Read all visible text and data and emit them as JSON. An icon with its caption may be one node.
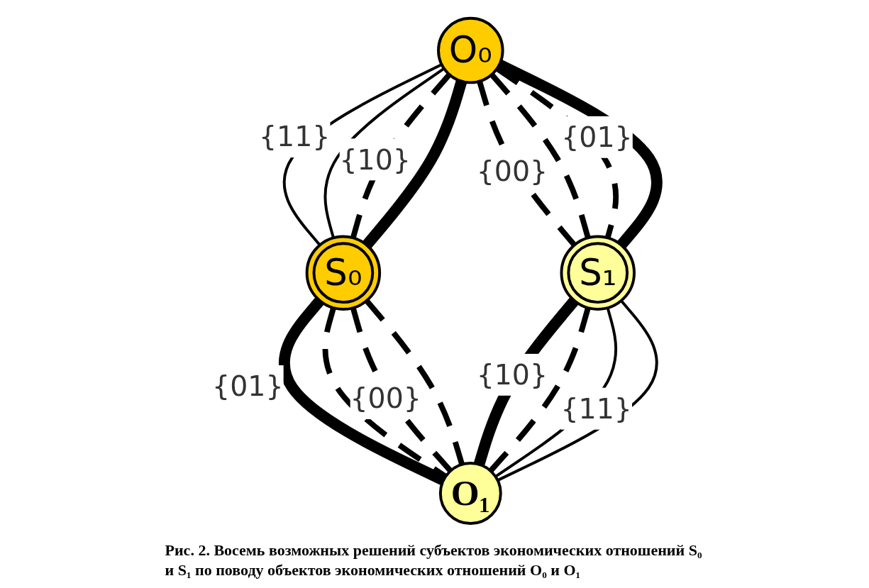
{
  "diagram": {
    "caption": "Рис. 2. Восемь возможных решений субъектов экономических отношений S₀ и S₁ по поводу объектов экономических отношений O₀ и O₁",
    "nodes": [
      {
        "text": [
          "O₀"
        ]
      },
      {
        "text": [
          "S₀"
        ]
      },
      {
        "text": [
          "S₁"
        ]
      },
      {
        "text": [
          "O₁"
        ]
      }
    ],
    "edges": [
      {
        "from": 0,
        "to": 1,
        "arrow": "none",
        "label": "{11}"
      },
      {
        "from": 0,
        "to": 1,
        "arrow": "none"
      },
      {
        "from": 0,
        "to": 1,
        "arrow": "none",
        "style": "dashed",
        "label": "{10}"
      },
      {
        "from": 0,
        "to": 1,
        "arrow": "none",
        "style": "thick"
      },
      {
        "from": 0,
        "to": 2,
        "arrow": "none",
        "style": "dashed",
        "label": "{00}"
      },
      {
        "from": 0,
        "to": 2,
        "arrow": "none",
        "style": "dashed"
      },
      {
        "from": 0,
        "to": 2,
        "arrow": "none",
        "style": "dashed",
        "label": "{01}"
      },
      {
        "from": 0,
        "to": 2,
        "arrow": "none",
        "style": "thick"
      },
      {
        "from": 1,
        "to": 3,
        "arrow": "none",
        "style": "thick",
        "label": "{01}"
      },
      {
        "from": 1,
        "to": 3,
        "arrow": "none",
        "style": "dashed"
      },
      {
        "from": 1,
        "to": 3,
        "arrow": "none",
        "style": "dashed",
        "label": "{00}"
      },
      {
        "from": 1,
        "to": 3,
        "arrow": "none",
        "style": "dashed"
      },
      {
        "from": 2,
        "to": 3,
        "arrow": "none",
        "style": "thick",
        "label": "{10}"
      },
      {
        "from": 2,
        "to": 3,
        "arrow": "none",
        "style": "dashed"
      },
      {
        "from": 2,
        "to": 3,
        "arrow": "none",
        "label": "{11}"
      },
      {
        "from": 2,
        "to": 3,
        "arrow": "none"
      }
    ]
  }
}
